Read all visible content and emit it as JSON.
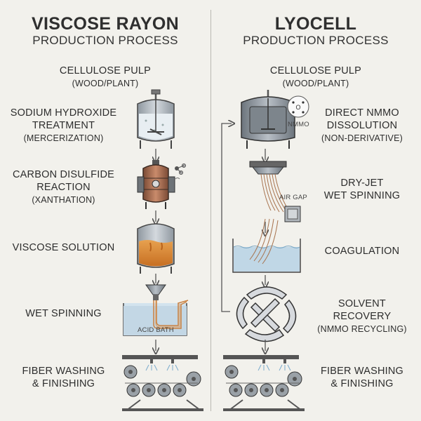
{
  "left": {
    "title": "VISCOSE RAYON",
    "subtitle": "PRODUCTION PROCESS",
    "steps": [
      {
        "line1": "CELLULOSE PULP",
        "line2": "(WOOD/PLANT)"
      },
      {
        "line1": "SODIUM HYDROXIDE",
        "line2": "TREATMENT",
        "line3": "(MERCERIZATION)"
      },
      {
        "line1": "CARBON DISULFIDE",
        "line2": "REACTION",
        "line3": "(XANTHATION)"
      },
      {
        "line1": "VISCOSE SOLUTION"
      },
      {
        "line1": "WET SPINNING",
        "art_label": "ACID BATH"
      },
      {
        "line1": "FIBER WASHING",
        "line2": "& FINISHING"
      }
    ]
  },
  "right": {
    "title": "LYOCELL",
    "subtitle": "PRODUCTION PROCESS",
    "steps": [
      {
        "line1": "CELLULOSE PULP",
        "line2": "(WOOD/PLANT)"
      },
      {
        "line1": "DIRECT NMMO",
        "line2": "DISSOLUTION",
        "line3": "(NON-DERIVATIVE)",
        "art_label": "NMMO"
      },
      {
        "line1": "DRY-JET",
        "line2": "WET SPINNING",
        "art_label": "AIR GAP"
      },
      {
        "line1": "COAGULATION"
      },
      {
        "line1": "SOLVENT",
        "line2": "RECOVERY",
        "line3": "(NMMO RECYCLING)"
      },
      {
        "line1": "FIBER WASHING",
        "line2": "& FINISHING"
      }
    ]
  },
  "colors": {
    "steel": "#9aa3ab",
    "dark": "#4a4f55",
    "copper": "#a8674a",
    "orange": "#d98b3a",
    "water": "#b9d4e4",
    "background": "#f2f1ec"
  }
}
